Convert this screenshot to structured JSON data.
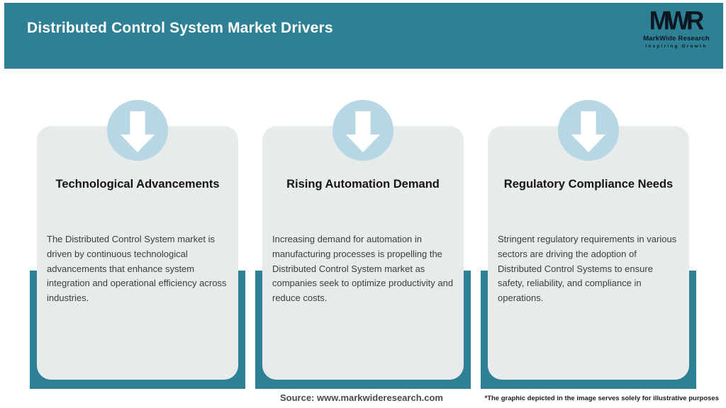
{
  "header": {
    "title": "Distributed Control System Market Drivers",
    "logo": {
      "mark": "MWR",
      "name": "MarkWide Research",
      "tagline": "Inspiring Growth"
    }
  },
  "cards": [
    {
      "icon": "down-arrow-icon",
      "title": "Technological Advancements",
      "body": "The Distributed Control System market is driven by continuous technological advancements that enhance system integration and operational efficiency across industries."
    },
    {
      "icon": "down-arrow-icon",
      "title": "Rising Automation Demand",
      "body": "Increasing demand for automation in manufacturing processes is propelling the Distributed Control System market as companies seek to optimize productivity and reduce costs."
    },
    {
      "icon": "down-arrow-icon",
      "title": "Regulatory Compliance Needs",
      "body": "Stringent regulatory requirements in various sectors are driving the adoption of Distributed Control Systems to ensure safety, reliability, and compliance in operations."
    }
  ],
  "footer": {
    "source": "Source: www.markwideresearch.com",
    "disclaimer": "*The graphic depicted in the image serves solely for illustrative purposes"
  },
  "colors": {
    "teal": "#2e8095",
    "circle_blue": "#b6d7e3",
    "card_bg": "#e8ebec",
    "logo_ink": "#0d1722"
  }
}
